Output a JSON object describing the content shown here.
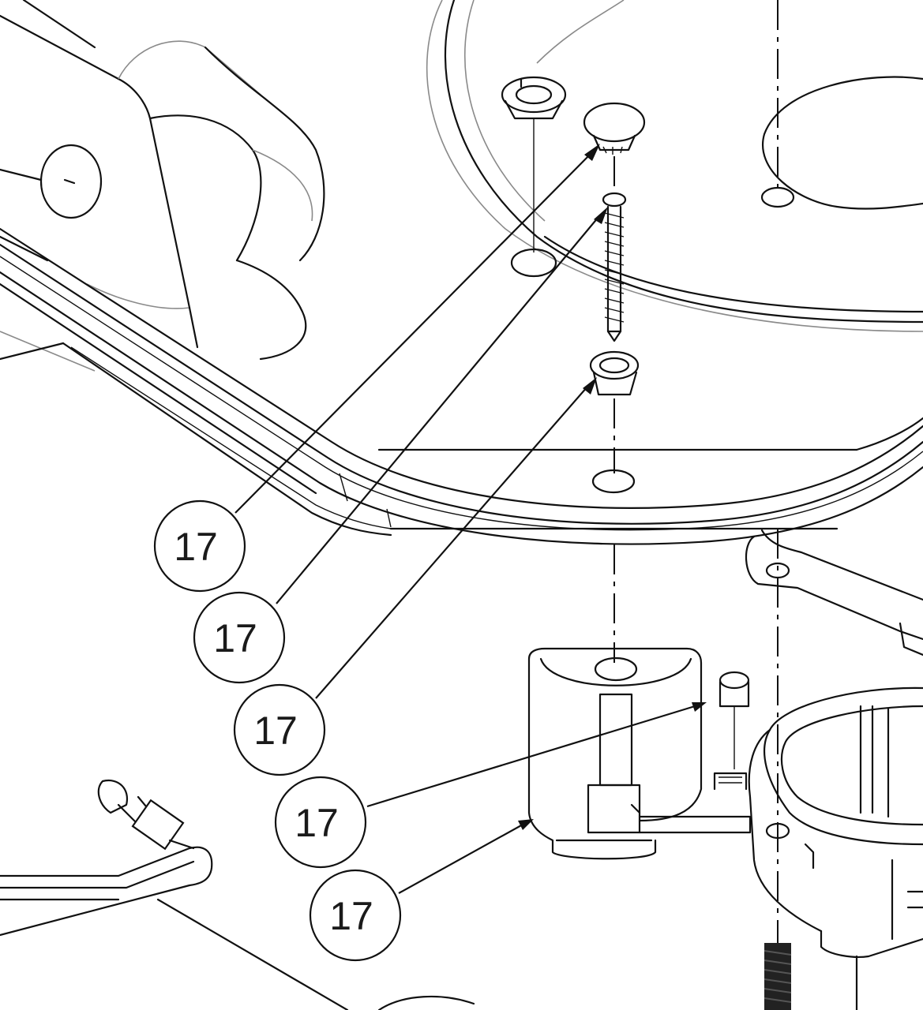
{
  "diagram": {
    "callouts": [
      {
        "label": "17",
        "target": "cap"
      },
      {
        "label": "17",
        "target": "screw"
      },
      {
        "label": "17",
        "target": "bushing"
      },
      {
        "label": "17",
        "target": "pin"
      },
      {
        "label": "17",
        "target": "bracket-housing"
      }
    ],
    "colors": {
      "line": "#111111",
      "background": "#ffffff",
      "callout_text": "#1a1a1a"
    }
  }
}
